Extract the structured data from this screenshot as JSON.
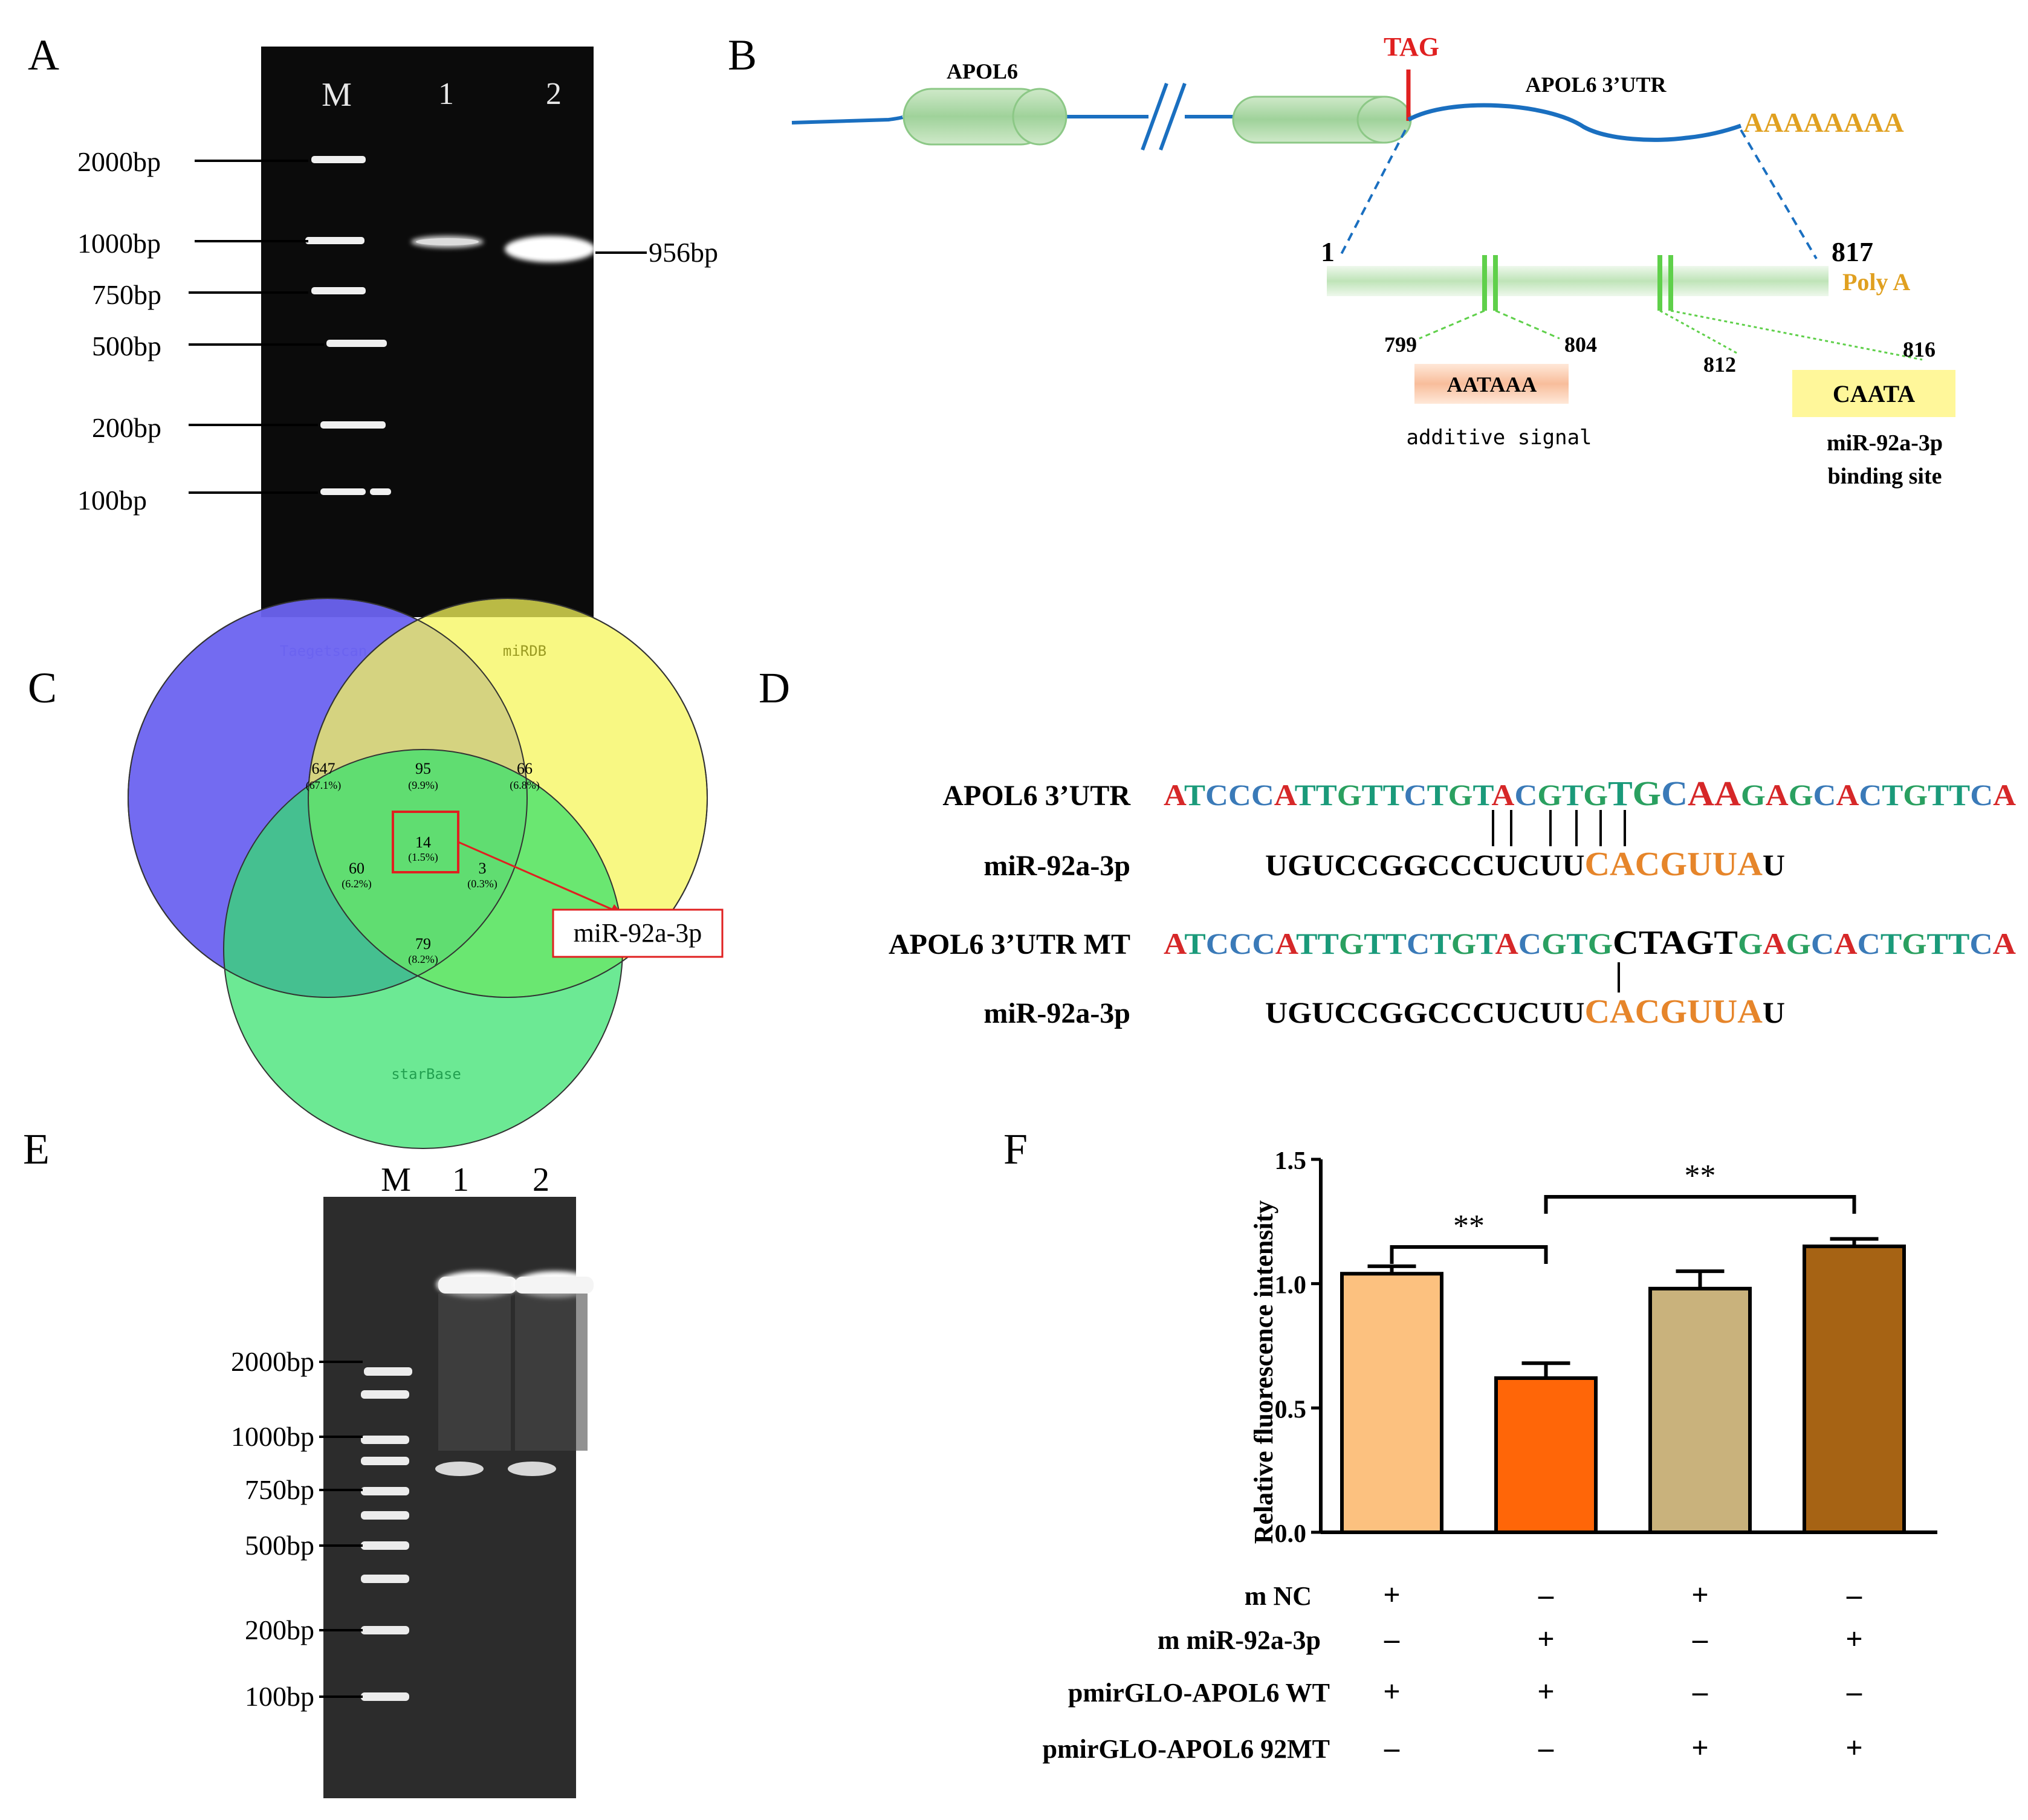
{
  "panel_labels": {
    "a": "A",
    "b": "B",
    "c": "C",
    "d": "D",
    "e": "E",
    "f": "F"
  },
  "panel_a": {
    "lanes": [
      "M",
      "1",
      "2"
    ],
    "markers": [
      "2000bp",
      "1000bp",
      "750bp",
      "500bp",
      "200bp",
      "100bp"
    ],
    "product": "956bp"
  },
  "panel_b": {
    "gene": "APOL6",
    "stop_codon": "TAG",
    "utr_label": "APOL6 3’UTR",
    "polya_tail": "AAAAAAAA",
    "utr_start": "1",
    "utr_end": "817",
    "polya_label": "Poly A",
    "signal_start": "799",
    "signal_end": "804",
    "signal_seq": "AATAAA",
    "signal_desc": "additive signal",
    "site_start": "812",
    "site_end": "816",
    "site_seq": "CAATA",
    "site_desc_1": "miR-92a-3p",
    "site_desc_2": "binding site"
  },
  "panel_c": {
    "set_a": "Taegetscan",
    "set_b": "miRDB",
    "set_c": "starBase",
    "regions": [
      {
        "count": "647",
        "pct": "(67.1%)"
      },
      {
        "count": "95",
        "pct": "(9.9%)"
      },
      {
        "count": "66",
        "pct": "(6.8%)"
      },
      {
        "count": "14",
        "pct": "(1.5%)"
      },
      {
        "count": "60",
        "pct": "(6.2%)"
      },
      {
        "count": "3",
        "pct": "(0.3%)"
      },
      {
        "count": "79",
        "pct": "(8.2%)"
      }
    ],
    "callout": "miR-92a-3p",
    "colors": {
      "set_a": "#6b63f0",
      "set_b": "#f5f55a",
      "set_c": "#33e06b"
    }
  },
  "panel_d": {
    "rows": [
      {
        "label": "APOL6 3’UTR",
        "seq": "ATCCCATTGTTCTGTACGTGTGCAAGAGCACTGTTCA"
      },
      {
        "label": "miR-92a-3p",
        "seq": "UGUCCGGCCCUCUUCACGUUAU"
      },
      {
        "label": "APOL6 3’UTR MT",
        "seq": "ATCCCATTGTTCTGTACGTGCTAGTGAGCACTGTTCA"
      },
      {
        "label": "miR-92a-3p",
        "seq": "UGUCCGGCCCUCUUCACGUUAU"
      }
    ],
    "base_colors": {
      "A": "#d62728",
      "T": "#1a9a7a",
      "C": "#3a7ab8",
      "G": "#2aa060",
      "mir": "#e6852a"
    }
  },
  "panel_e": {
    "lanes": [
      "M",
      "1",
      "2"
    ],
    "markers": [
      "2000bp",
      "1000bp",
      "750bp",
      "500bp",
      "200bp",
      "100bp"
    ]
  },
  "chart_data": {
    "type": "bar",
    "ylabel": "Relative fluorescence intensity",
    "ylim": [
      0,
      1.5
    ],
    "yticks": [
      "0.0",
      "0.5",
      "1.0",
      "1.5"
    ],
    "values": [
      1.04,
      0.62,
      0.98,
      1.15
    ],
    "errors": [
      0.03,
      0.06,
      0.07,
      0.03
    ],
    "colors": [
      "#fcc17f",
      "#ff6608",
      "#c9b27c",
      "#a66314"
    ],
    "significance": [
      "**",
      "**"
    ],
    "conditions": [
      {
        "label": "m NC",
        "signs": [
          "+",
          "–",
          "+",
          "–"
        ]
      },
      {
        "label": "m miR-92a-3p",
        "signs": [
          "–",
          "+",
          "–",
          "+"
        ]
      },
      {
        "label": "pmirGLO-APOL6 WT",
        "signs": [
          "+",
          "+",
          "–",
          "–"
        ]
      },
      {
        "label": "pmirGLO-APOL6 92MT",
        "signs": [
          "–",
          "–",
          "+",
          "+"
        ]
      }
    ]
  }
}
